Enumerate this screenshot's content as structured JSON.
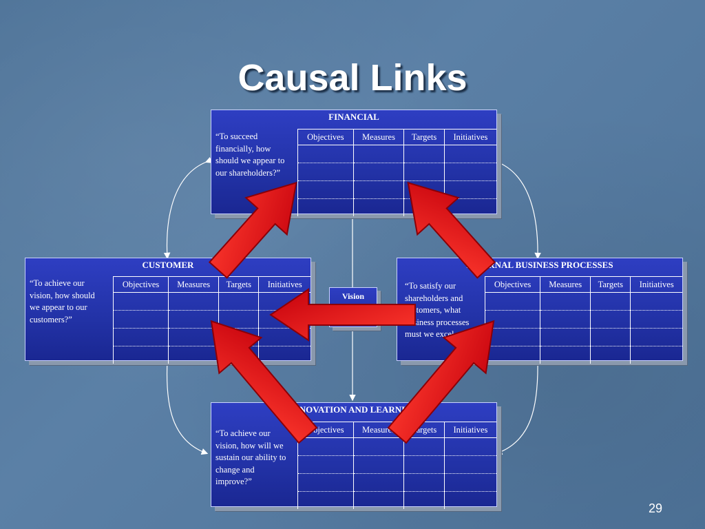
{
  "slide": {
    "title": "Causal Links",
    "page_number": "29"
  },
  "columns": [
    "Objectives",
    "Measures",
    "Targets",
    "Initiatives"
  ],
  "panels": {
    "financial": {
      "title": "FINANCIAL",
      "question": "“To succeed financially, how should we appear to our shareholders?”"
    },
    "customer": {
      "title": "CUSTOMER",
      "question": "“To achieve our vision, how should we appear to our customers?”"
    },
    "internal": {
      "title": "INTERNAL BUSINESS PROCESSES",
      "question": "“To satisfy our shareholders and customers, what business processes must we excel at?”"
    },
    "learning": {
      "title": "INNOVATION AND LEARNING",
      "question": "“To achieve our vision, how will we sustain our ability to change and improve?”"
    }
  },
  "vision": {
    "label": "Vision"
  },
  "colors": {
    "panel_blue": "#2232a6",
    "arrow_red": "#e00010",
    "background": "#5477a0"
  },
  "icons": [
    "causal-arrow-icon",
    "connector-arrow-icon"
  ]
}
